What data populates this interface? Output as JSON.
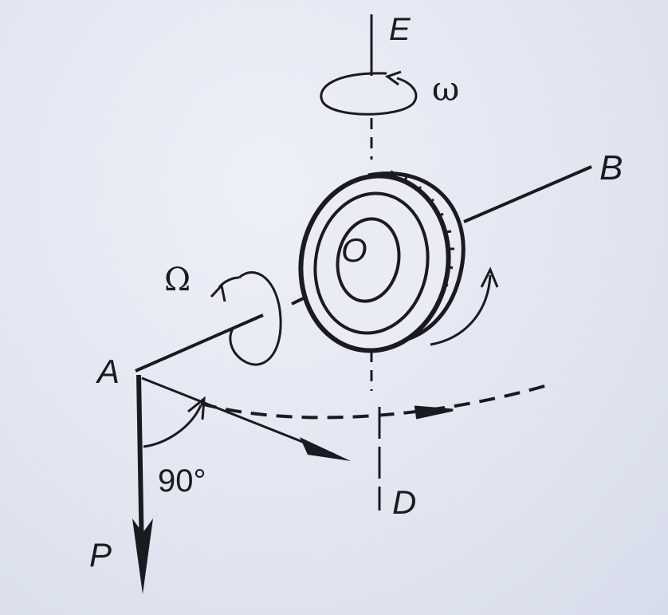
{
  "diagram": {
    "labels": {
      "E": "E",
      "B": "B",
      "O": "O",
      "A": "A",
      "D": "D",
      "P": "P",
      "omega": "ω",
      "Omega": "Ω",
      "angle": "90°"
    },
    "colors": {
      "ink": "#1a1a22",
      "paper": "#e4e8f3"
    }
  }
}
